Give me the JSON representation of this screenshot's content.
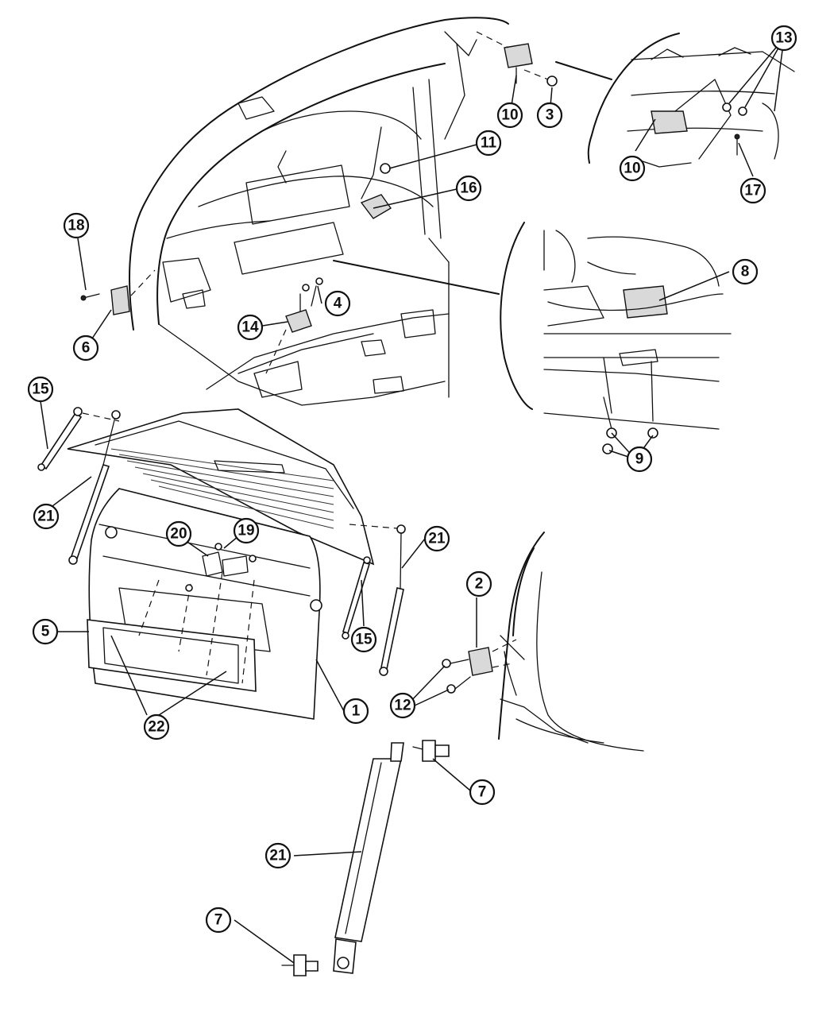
{
  "callouts": {
    "c1": "1",
    "c2": "2",
    "c3": "3",
    "c4": "4",
    "c5": "5",
    "c6": "6",
    "c7a": "7",
    "c7b": "7",
    "c8": "8",
    "c9": "9",
    "c10a": "10",
    "c10b": "10",
    "c11": "11",
    "c12": "12",
    "c13": "13",
    "c14": "14",
    "c15a": "15",
    "c15b": "15",
    "c16": "16",
    "c17": "17",
    "c18": "18",
    "c19": "19",
    "c20": "20",
    "c21a": "21",
    "c21b": "21",
    "c21c": "21",
    "c22": "22"
  }
}
